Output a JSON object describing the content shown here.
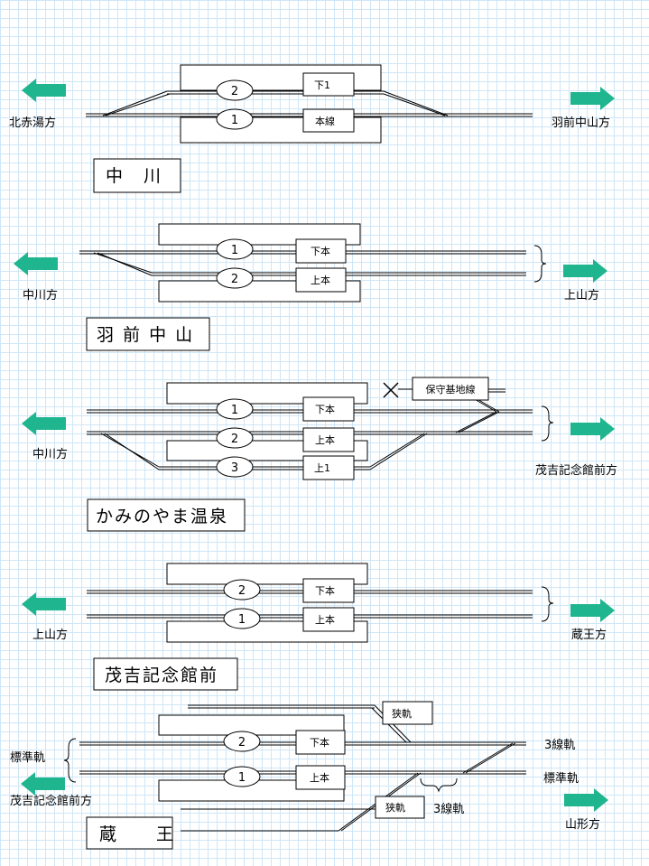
{
  "colors": {
    "arrow": "#1fb58f",
    "grid": "#cfe6f7"
  },
  "stations": [
    {
      "name": "中　川",
      "left_dir": "北赤湯方",
      "right_dir": "羽前中山方",
      "tracks": [
        {
          "number": "2",
          "label": "下1"
        },
        {
          "number": "1",
          "label": "本線"
        }
      ]
    },
    {
      "name": "羽 前 中 山",
      "left_dir": "中川方",
      "right_dir": "上山方",
      "tracks": [
        {
          "number": "1",
          "label": "下本"
        },
        {
          "number": "2",
          "label": "上本"
        }
      ]
    },
    {
      "name": "かみのやま温泉",
      "left_dir": "中川方",
      "right_dir": "茂吉記念館前方",
      "siding_label": "保守基地線",
      "tracks": [
        {
          "number": "1",
          "label": "下本"
        },
        {
          "number": "2",
          "label": "上本"
        },
        {
          "number": "3",
          "label": "上1"
        }
      ]
    },
    {
      "name": "茂吉記念館前",
      "left_dir": "上山方",
      "right_dir": "蔵王方",
      "tracks": [
        {
          "number": "2",
          "label": "下本"
        },
        {
          "number": "1",
          "label": "上本"
        }
      ]
    },
    {
      "name": "蔵　　王",
      "left_dir": "茂吉記念館前方",
      "right_dir": "山形方",
      "left_gauge": "標準軌",
      "right_gauge_top": "3線軌",
      "right_gauge_bottom": "標準軌",
      "narrow_top": "狭軌",
      "narrow_bottom": "狭軌",
      "three_rail": "3線軌",
      "tracks": [
        {
          "number": "2",
          "label": "下本"
        },
        {
          "number": "1",
          "label": "上本"
        }
      ]
    }
  ]
}
